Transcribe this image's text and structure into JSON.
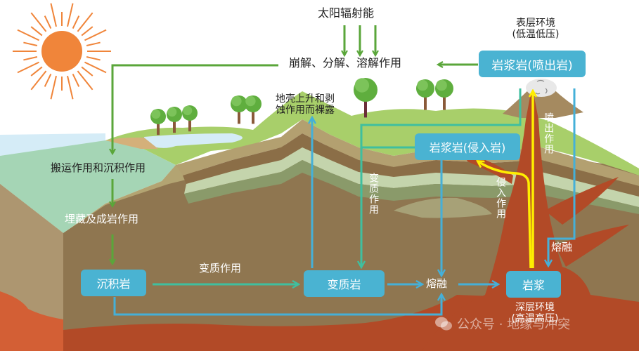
{
  "title": "岩石循环示意图",
  "labels": {
    "solar_energy": "太阳辐射能",
    "weathering": "崩解、分解、溶解作用",
    "surface_env_line1": "表层环境",
    "surface_env_line2": "(低温低压)",
    "uplift_line1": "地壳上升和剥",
    "uplift_line2": "蚀作用而裸露",
    "transport_deposition": "搬运作用和沉积作用",
    "burial_diagenesis": "埋藏及成岩作用",
    "metamorphism_horizontal": "变质作用",
    "metamorphism_vertical": "变质作用",
    "intrusion": "侵入作用",
    "eruption": "喷出作用",
    "melting_right": "熔融",
    "melting_center": "熔融",
    "deep_env_line1": "深层环境",
    "deep_env_line2": "(高温高压)"
  },
  "boxes": {
    "extrusive_rock": "岩浆岩(喷出岩)",
    "intrusive_rock": "岩浆岩(侵入岩)",
    "sedimentary_rock": "沉积岩",
    "metamorphic_rock": "变质岩",
    "magma": "岩浆"
  },
  "watermark": {
    "icon": "wechat-icon",
    "text": "公众号 · 地缘与冲突"
  },
  "colors": {
    "box_fill": "#4ab3d2",
    "weathering_arrow": "#5aa63a",
    "metamorphism_arrow": "#3fbf9f",
    "melting_arrow": "#45b0d8",
    "magma_path": "#ffee00",
    "sun": "#f0853a",
    "magma_rock": "#b24a27"
  }
}
